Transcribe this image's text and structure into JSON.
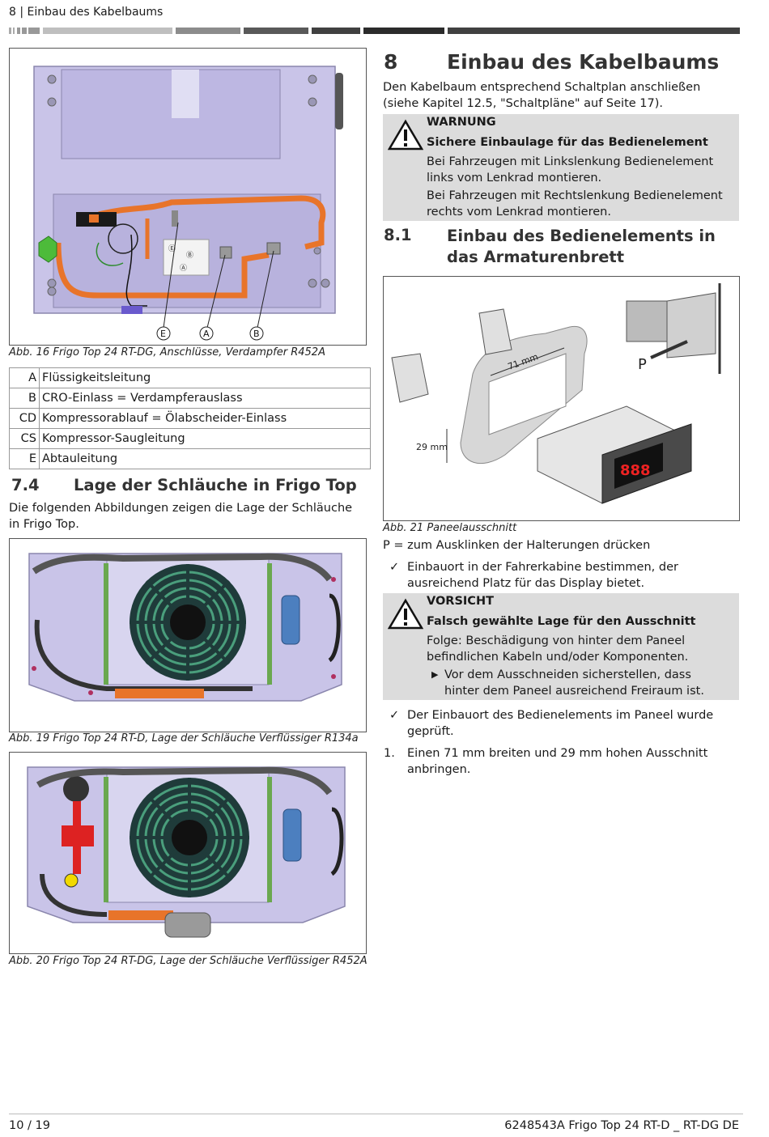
{
  "header": {
    "page_label": "8 | Einbau des Kabelbaums"
  },
  "left": {
    "fig16": {
      "caption": "Abb. 16 Frigo Top 24 RT-DG, Anschlüsse, Verdampfer R452A",
      "callouts": [
        "E",
        "A",
        "B"
      ],
      "panel_labels": [
        "Ⓔ",
        "Ⓑ",
        "Ⓐ"
      ]
    },
    "legend": [
      {
        "key": "A",
        "value": "Flüssigkeitsleitung"
      },
      {
        "key": "B",
        "value": "CRO-Einlass = Verdampferauslass"
      },
      {
        "key": "CD",
        "value": "Kompressorablauf = Ölabscheider-Einlass"
      },
      {
        "key": "CS",
        "value": "Kompressor-Saugleitung"
      },
      {
        "key": "E",
        "value": "Abtauleitung"
      }
    ],
    "section74": {
      "number": "7.4",
      "title": "Lage der Schläuche in Frigo Top",
      "text": "Die folgenden Abbildungen zeigen die Lage der Schläuche in Frigo Top."
    },
    "fig19": {
      "caption": "Abb. 19 Frigo Top 24 RT-D, Lage der Schläuche Verflüssiger R134a"
    },
    "fig20": {
      "caption": "Abb. 20 Frigo Top 24 RT-DG, Lage der Schläuche Verflüssiger R452A"
    }
  },
  "right": {
    "section8": {
      "number": "8",
      "title": "Einbau des Kabelbaums",
      "text": "Den Kabelbaum entsprechend Schaltplan anschließen (siehe Kapitel 12.5, \"Schaltpläne\" auf Seite 17)."
    },
    "warning": {
      "level": "WARNUNG",
      "title": "Sichere Einbaulage für das Bedienelement",
      "p1": "Bei Fahrzeugen mit Linkslenkung Bedienelement links vom Lenkrad montieren.",
      "p2": "Bei Fahrzeugen mit Rechtslenkung Bedienelement rechts vom Lenkrad montieren."
    },
    "section81": {
      "number": "8.1",
      "title": "Einbau des Bedienelements in das Armaturenbrett"
    },
    "fig21": {
      "caption": "Abb. 21 Paneelausschnitt",
      "width_label": "71 mm",
      "height_label": "29 mm",
      "p_label": "P",
      "display_text": "888"
    },
    "p_note": "P = zum Ausklinken der Halterungen drücken",
    "check1": "Einbauort in der Fahrerkabine bestimmen, der ausreichend Platz für das Display bietet.",
    "caution": {
      "level": "VORSICHT",
      "title": "Falsch gewählte Lage für den Ausschnitt",
      "text": "Folge: Beschädigung von hinter dem Paneel befindlichen Kabeln und/oder Komponenten.",
      "action": "Vor dem Ausschneiden sicherstellen, dass hinter dem Paneel ausreichend Freiraum ist."
    },
    "check2": "Der Einbauort des Bedienelements im Paneel wurde geprüft.",
    "step1": {
      "num": "1.",
      "text": "Einen 71 mm breiten und 29 mm hohen Ausschnitt anbringen."
    }
  },
  "footer": {
    "page": "10 / 19",
    "doc": "6248543A Frigo Top 24 RT-D _ RT-DG DE"
  },
  "colors": {
    "pipe_orange": "#e8742a",
    "unit_lavender": "#c9c4e8",
    "hose_dark": "#3a3a3a",
    "fan_green": "#4a9e7c",
    "box_gray": "#dcdcdc"
  }
}
